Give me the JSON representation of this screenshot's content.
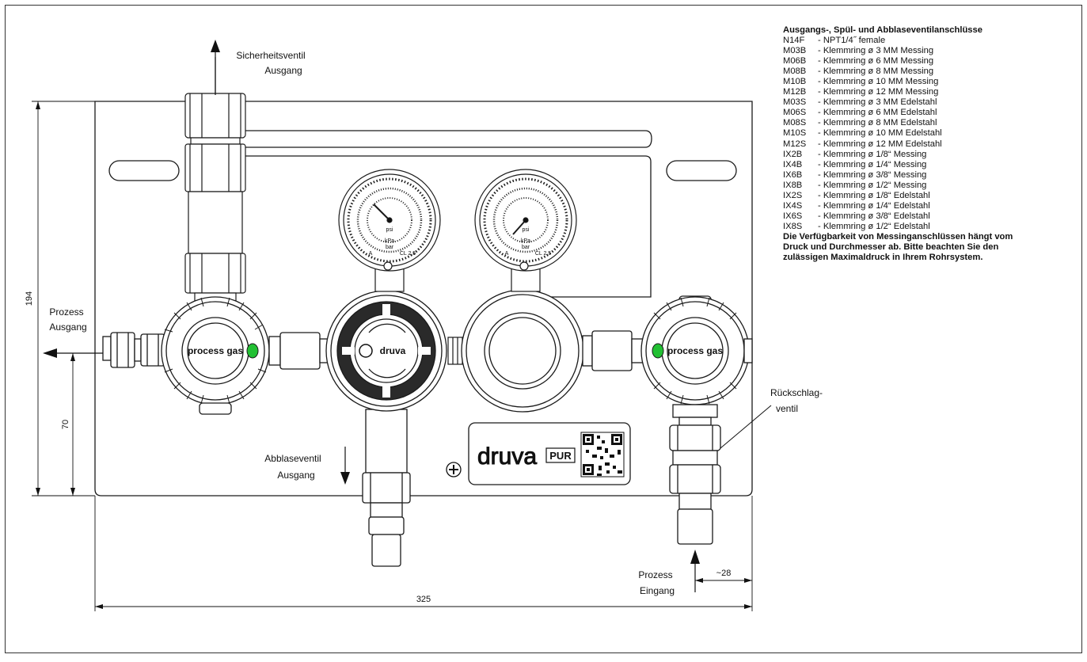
{
  "labels": {
    "safety_valve_outlet": [
      "Sicherheitsventil",
      "Ausgang"
    ],
    "process_outlet": [
      "Prozess",
      "Ausgang"
    ],
    "vent_valve_outlet": [
      "Abblaseventil",
      "Ausgang"
    ],
    "check_valve": [
      "Rückschlag-",
      "ventil"
    ],
    "process_inlet": [
      "Prozess",
      "Eingang"
    ]
  },
  "dimensions": {
    "height": "194",
    "inlet_height": "70",
    "width": "325",
    "inlet_offset": "~28"
  },
  "gauge_text": {
    "unit_psi": "psi",
    "unit_kpa": "kPa",
    "unit_bar": "bar",
    "class": "CL 2,5",
    "label_a": "A"
  },
  "branding": {
    "knob_left": "process gas",
    "knob_center": "druva",
    "knob_right": "process gas",
    "plate_brand": "druva",
    "plate_suffix": "PUR"
  },
  "legend": {
    "title": "Ausgangs-, Spül- und Abblaseventilanschlüsse",
    "items": [
      {
        "code": "N14F",
        "desc": "- NPT1/4˝ female"
      },
      {
        "code": "M03B",
        "desc": "- Klemmring ø 3 MM Messing"
      },
      {
        "code": "M06B",
        "desc": "- Klemmring ø 6 MM Messing"
      },
      {
        "code": "M08B",
        "desc": "- Klemmring ø 8 MM Messing"
      },
      {
        "code": "M10B",
        "desc": "- Klemmring ø 10 MM Messing"
      },
      {
        "code": "M12B",
        "desc": "- Klemmring ø 12 MM Messing"
      },
      {
        "code": "M03S",
        "desc": "- Klemmring ø 3 MM Edelstahl"
      },
      {
        "code": "M06S",
        "desc": "- Klemmring ø 6 MM Edelstahl"
      },
      {
        "code": "M08S",
        "desc": "- Klemmring ø 8 MM Edelstahl"
      },
      {
        "code": "M10S",
        "desc": "- Klemmring ø 10 MM Edelstahl"
      },
      {
        "code": "M12S",
        "desc": "- Klemmring ø 12 MM Edelstahl"
      },
      {
        "code": "IX2B",
        "desc": "- Klemmring ø 1/8“ Messing"
      },
      {
        "code": "IX4B",
        "desc": "- Klemmring ø 1/4“ Messing"
      },
      {
        "code": "IX6B",
        "desc": "- Klemmring ø 3/8“ Messing"
      },
      {
        "code": "IX8B",
        "desc": "- Klemmring ø 1/2“ Messing"
      },
      {
        "code": "IX2S",
        "desc": "- Klemmring ø 1/8“ Edelstahl"
      },
      {
        "code": "IX4S",
        "desc": "- Klemmring ø 1/4“ Edelstahl"
      },
      {
        "code": "IX6S",
        "desc": "- Klemmring ø 3/8“ Edelstahl"
      },
      {
        "code": "IX8S",
        "desc": "- Klemmring ø 1/2“ Edelstahl"
      }
    ],
    "note": [
      "Die Verfügbarkeit von Messinganschlüssen hängt vom",
      "Druck und Durchmesser ab. Bitte beachten Sie den",
      "zulässigen Maximaldruck in Ihrem Rohrsystem."
    ]
  },
  "colors": {
    "line": "#1a1a1a",
    "indicator_green": "#22c033",
    "knob_dark": "#2a2a2a"
  }
}
